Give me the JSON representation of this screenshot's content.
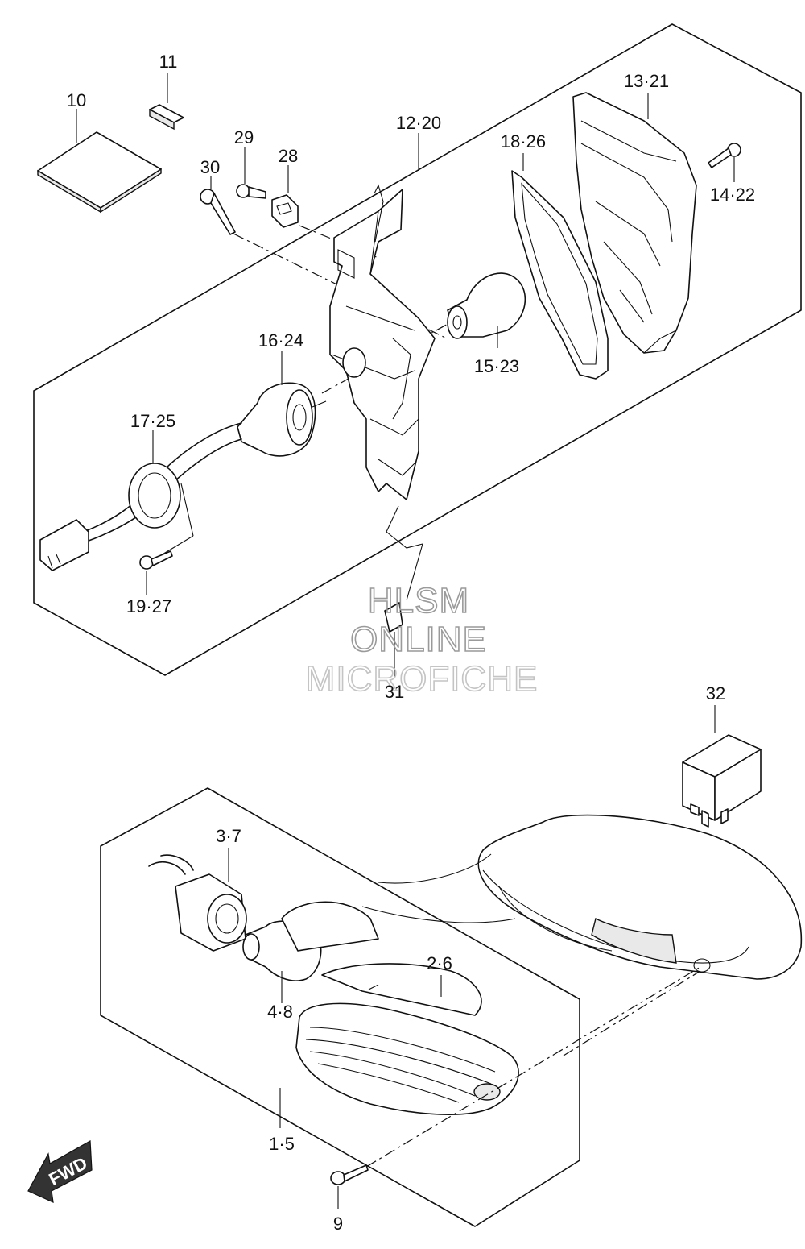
{
  "labels": {
    "p10": "10",
    "p11": "11",
    "p12_20": "12·20",
    "p13_21": "13·21",
    "p14_22": "14·22",
    "p15_23": "15·23",
    "p16_24": "16·24",
    "p17_25": "17·25",
    "p18_26": "18·26",
    "p19_27": "19·27",
    "p28": "28",
    "p29": "29",
    "p30": "30",
    "p31": "31",
    "p32": "32",
    "p3_7": "3·7",
    "p4_8": "4·8",
    "p2_6": "2·6",
    "p1_5": "1·5",
    "p9": "9"
  },
  "watermark": {
    "line1": "HLSM",
    "line2": "ONLINE",
    "line3": "MICROFICHE"
  },
  "direction": {
    "label": "FWD"
  }
}
